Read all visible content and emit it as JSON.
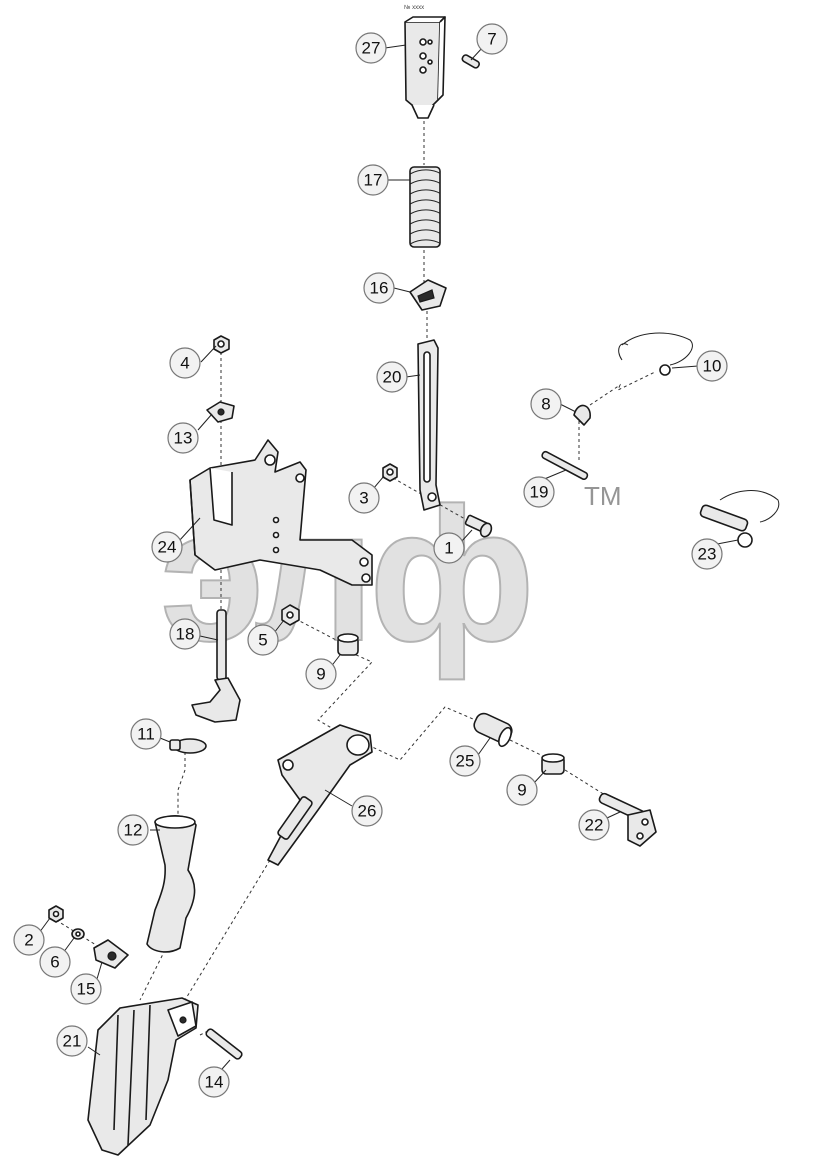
{
  "header_mark": "№ xxxx",
  "watermark": {
    "text": "элф",
    "trademark": "TM"
  },
  "callouts": {
    "c1": "1",
    "c2": "2",
    "c3": "3",
    "c4": "4",
    "c5": "5",
    "c6": "6",
    "c7": "7",
    "c8": "8",
    "c9a": "9",
    "c9b": "9",
    "c10": "10",
    "c11": "11",
    "c12": "12",
    "c13": "13",
    "c14": "14",
    "c15": "15",
    "c16": "16",
    "c17": "17",
    "c18": "18",
    "c19": "19",
    "c20": "20",
    "c21": "21",
    "c22": "22",
    "c23": "23",
    "c24": "24",
    "c25": "25",
    "c26": "26",
    "c27": "27"
  }
}
